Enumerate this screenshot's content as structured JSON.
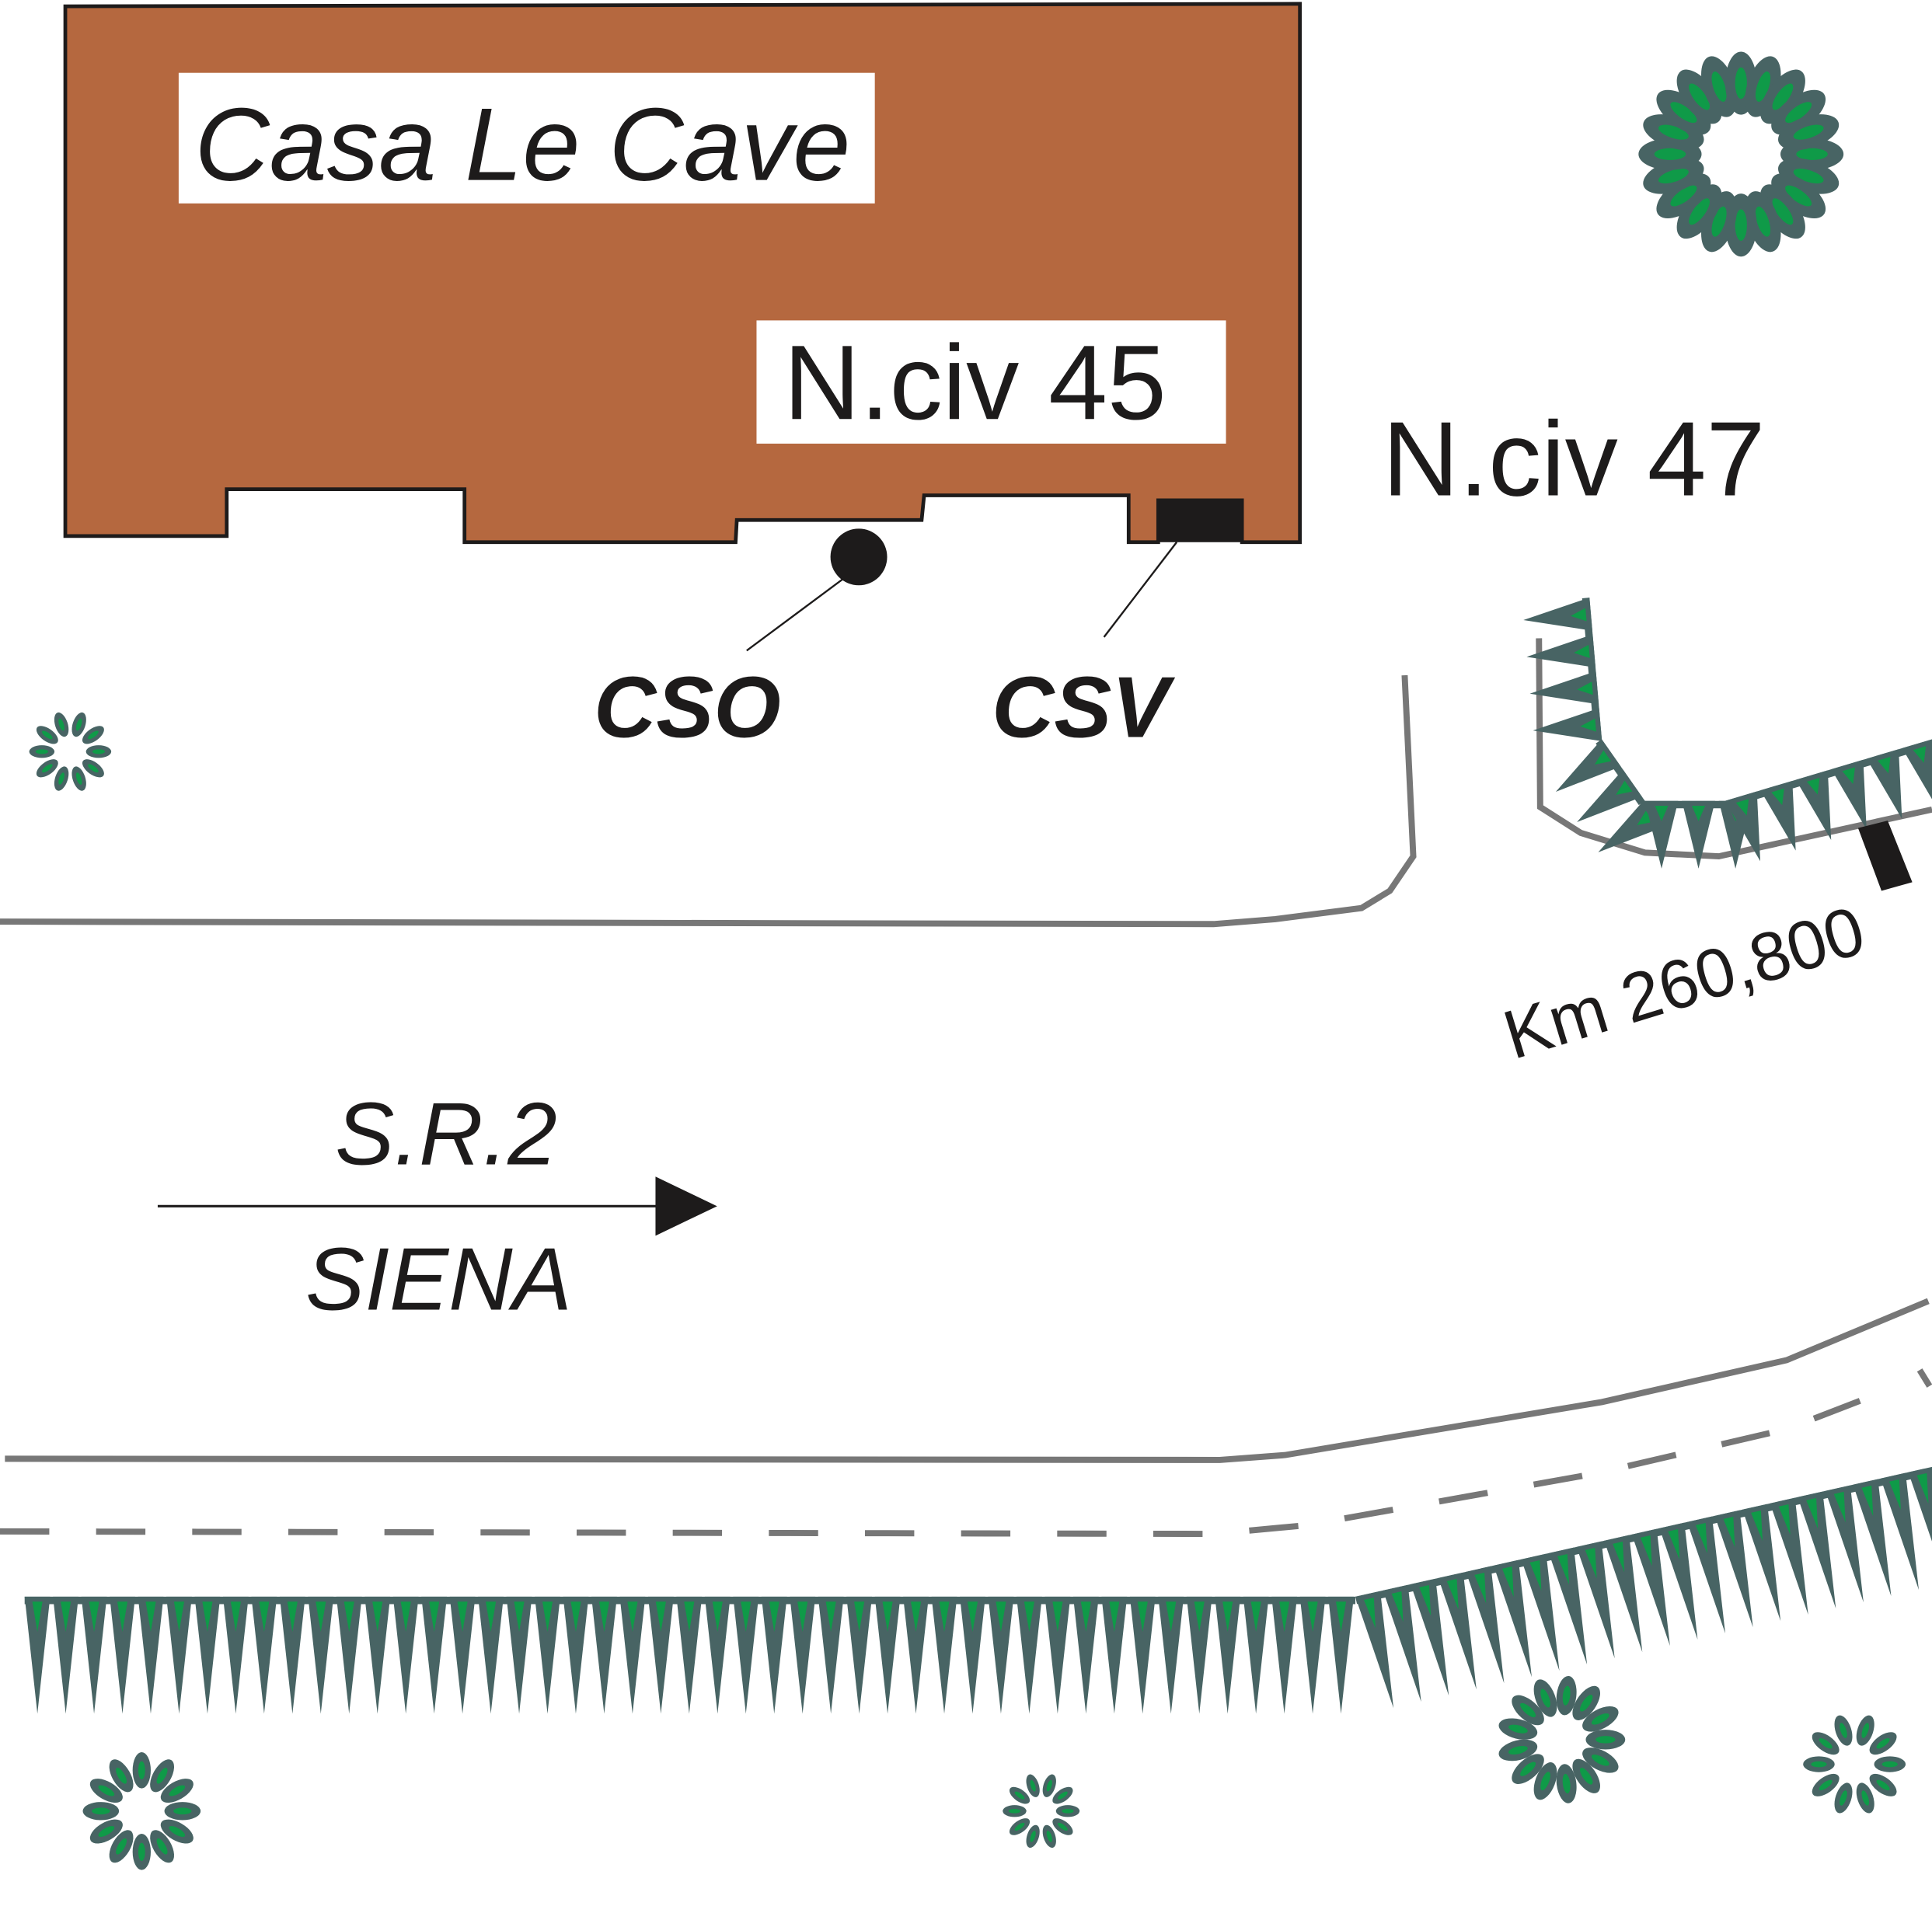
{
  "building": {
    "name": "Casa Le Cave",
    "house_number": "N.civ 45",
    "fill_color": "#b5683f"
  },
  "neighbor": {
    "house_number": "N.civ 47"
  },
  "markers": {
    "cso": {
      "label": "CSO",
      "icon": "circle-marker-icon"
    },
    "csv": {
      "label": "CSV",
      "icon": "square-marker-icon"
    }
  },
  "milestone": {
    "label": "Km 260,800",
    "icon": "milestone-post-icon"
  },
  "road": {
    "name": "S.R.2",
    "direction": "SIENA",
    "icon": "arrow-right-icon",
    "edge_color": "#777777"
  },
  "vegetation": {
    "hedge_color": "#486464",
    "leaf_color": "#0f9a48",
    "icon": "tree-icon"
  }
}
